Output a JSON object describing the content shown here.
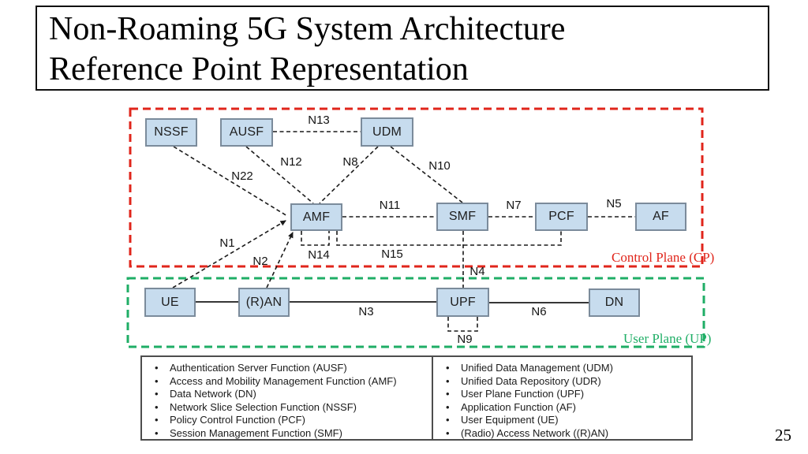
{
  "title": {
    "line1": "Non-Roaming 5G System Architecture",
    "line2": "Reference Point Representation"
  },
  "page_number": "25",
  "diagram": {
    "planes": {
      "control": {
        "label": "Control Plane (CP)",
        "color": "#e0251b"
      },
      "user": {
        "label": "User Plane (UP)",
        "color": "#1fae66"
      }
    },
    "node_colors": {
      "fill": "#c7dcee",
      "border": "#7b8b9b"
    },
    "line_color": "#1a1a1a",
    "nodes": {
      "nssf": "NSSF",
      "ausf": "AUSF",
      "udm": "UDM",
      "amf": "AMF",
      "smf": "SMF",
      "pcf": "PCF",
      "af": "AF",
      "ue": "UE",
      "ran": "(R)AN",
      "upf": "UPF",
      "dn": "DN"
    },
    "interfaces": {
      "n1": "N1",
      "n2": "N2",
      "n3": "N3",
      "n4": "N4",
      "n5": "N5",
      "n6": "N6",
      "n7": "N7",
      "n8": "N8",
      "n9": "N9",
      "n10": "N10",
      "n11": "N11",
      "n12": "N12",
      "n13": "N13",
      "n14": "N14",
      "n15": "N15",
      "n22": "N22"
    }
  },
  "legend": {
    "left": [
      "Authentication Server Function (AUSF)",
      "Access and Mobility Management Function (AMF)",
      "Data Network (DN)",
      "Network Slice Selection Function (NSSF)",
      "Policy Control Function (PCF)",
      "Session Management Function (SMF)"
    ],
    "right": [
      "Unified Data Management (UDM)",
      "Unified Data Repository (UDR)",
      "User Plane Function (UPF)",
      "Application Function (AF)",
      "User Equipment (UE)",
      "(Radio) Access Network ((R)AN)"
    ]
  }
}
